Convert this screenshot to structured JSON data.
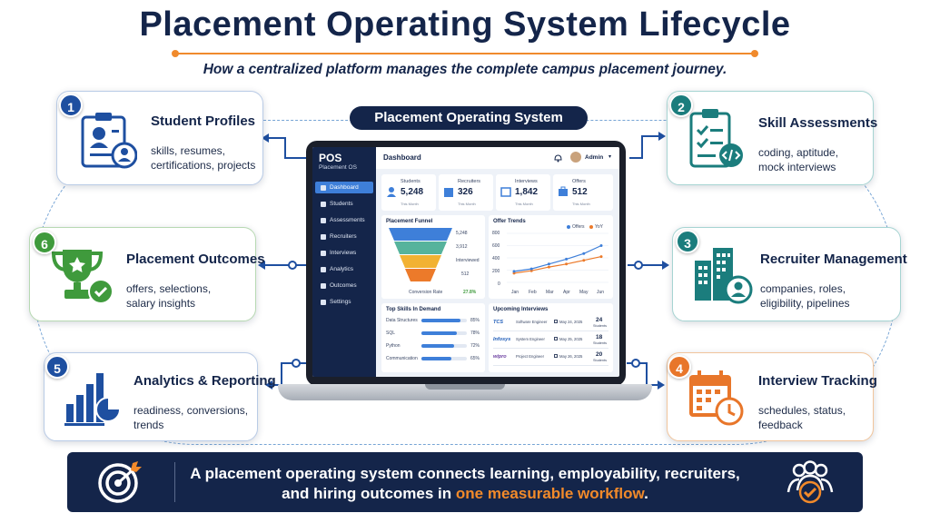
{
  "title": "Placement Operating System Lifecycle",
  "subtitle": "How a centralized platform manages the complete campus placement journey.",
  "center_label": "Placement Operating System",
  "colors": {
    "navy": "#14254a",
    "blue": "#1e4fa0",
    "teal": "#1b7d7d",
    "orange": "#e8762a",
    "green": "#3f9a3c",
    "accent": "#f08a2c"
  },
  "cards": [
    {
      "num": "1",
      "title": "Student Profiles",
      "desc_1": "skills, resumes,",
      "desc_2": "certifications, projects",
      "icon": "id-card-icon"
    },
    {
      "num": "2",
      "title": "Skill Assessments",
      "desc_1": "coding, aptitude,",
      "desc_2": "mock interviews",
      "icon": "clipboard-check-icon"
    },
    {
      "num": "3",
      "title": "Recruiter Management",
      "desc_1": "companies, roles,",
      "desc_2": "eligibility, pipelines",
      "icon": "building-icon"
    },
    {
      "num": "4",
      "title": "Interview Tracking",
      "desc_1": "schedules, status,",
      "desc_2": "feedback",
      "icon": "calendar-clock-icon"
    },
    {
      "num": "5",
      "title": "Analytics & Reporting",
      "desc_1": "readiness, conversions,",
      "desc_2": "trends",
      "icon": "bar-pie-chart-icon"
    },
    {
      "num": "6",
      "title": "Placement Outcomes",
      "desc_1": "offers, selections,",
      "desc_2": "salary insights",
      "icon": "trophy-icon"
    }
  ],
  "dashboard": {
    "brand": "POS",
    "brand_sub": "Placement OS",
    "page": "Dashboard",
    "user": "Admin",
    "nav": [
      "Dashboard",
      "Students",
      "Assessments",
      "Recruiters",
      "Interviews",
      "Analytics",
      "Outcomes",
      "Settings"
    ],
    "stats": [
      {
        "label": "Students",
        "value": "5,248",
        "sub": "This Month"
      },
      {
        "label": "Recruiters",
        "value": "326",
        "sub": "This Month"
      },
      {
        "label": "Interviews",
        "value": "1,842",
        "sub": "This Month"
      },
      {
        "label": "Offers",
        "value": "512",
        "sub": "This Month"
      }
    ],
    "funnel": {
      "title": "Placement Funnel",
      "values": [
        "5,248",
        "3,912",
        "Interviewed",
        "512"
      ],
      "conv_label": "Conversion Rate",
      "conv_value": "27.8%"
    },
    "trends": {
      "title": "Offer Trends",
      "legend": [
        "Offers",
        "YoY"
      ],
      "y_ticks": [
        "800",
        "600",
        "400",
        "200",
        "0"
      ],
      "x_labels": [
        "Jan",
        "Feb",
        "Mar",
        "Apr",
        "May",
        "Jun"
      ],
      "offers": [
        180,
        220,
        300,
        380,
        470,
        600
      ],
      "yoy": [
        150,
        190,
        250,
        300,
        360,
        420
      ],
      "ymax": 800
    },
    "skills": {
      "title": "Top Skills In Demand",
      "items": [
        {
          "name": "Data Structures",
          "pct": "85%",
          "v": 85
        },
        {
          "name": "SQL",
          "pct": "78%",
          "v": 78
        },
        {
          "name": "Python",
          "pct": "72%",
          "v": 72
        },
        {
          "name": "Communication",
          "pct": "65%",
          "v": 65
        }
      ]
    },
    "interviews": {
      "title": "Upcoming Interviews",
      "items": [
        {
          "logo": "TCS",
          "role": "Software Engineer",
          "date": "May 24, 2025",
          "count": "24",
          "unit": "Students"
        },
        {
          "logo": "Infosys",
          "role": "System Engineer",
          "date": "May 25, 2025",
          "count": "18",
          "unit": "Students"
        },
        {
          "logo": "wipro",
          "role": "Project Engineer",
          "date": "May 26, 2025",
          "count": "20",
          "unit": "Students"
        }
      ]
    }
  },
  "bottom": {
    "line1": "A placement operating system connects learning, employability, recruiters,",
    "line2_pre": "and hiring outcomes in ",
    "line2_hl": "one measurable workflow",
    "line2_post": "."
  }
}
